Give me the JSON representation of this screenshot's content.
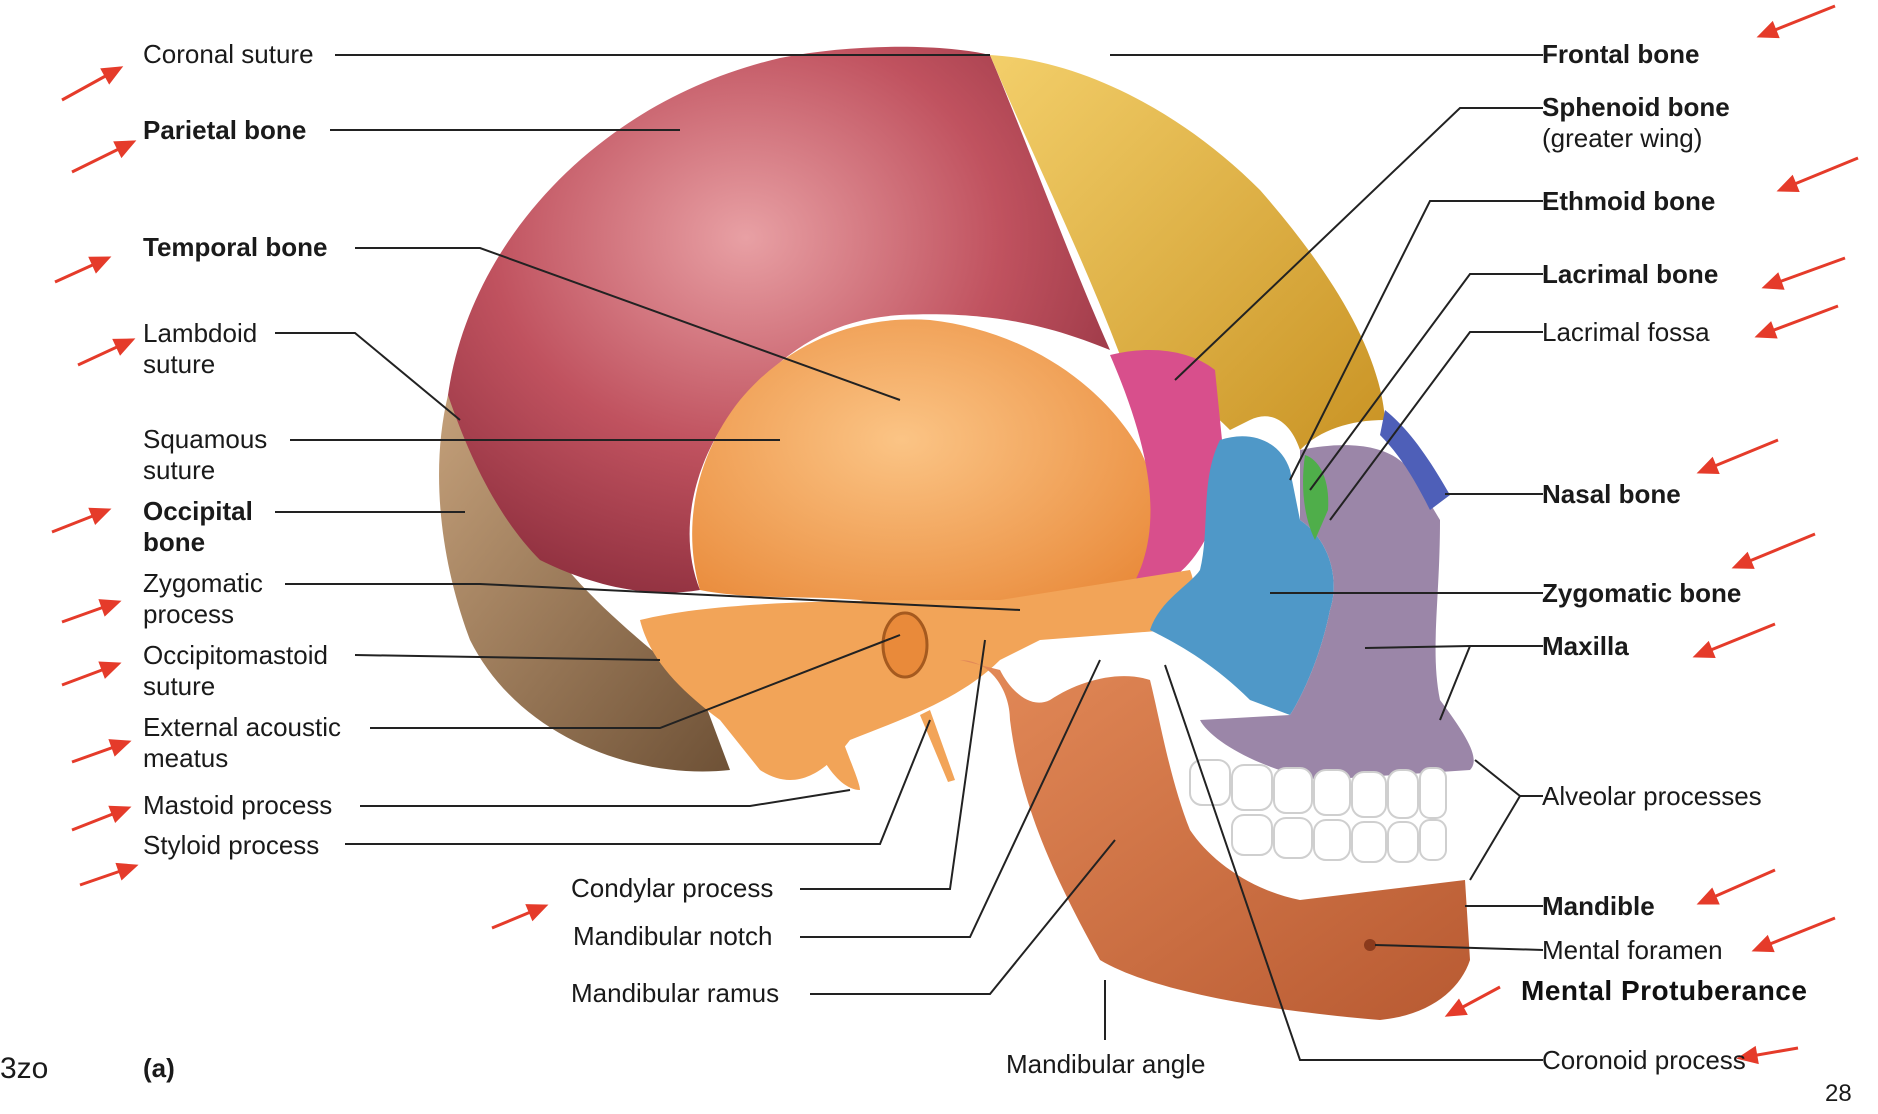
{
  "figure_letter": "(a)",
  "page_number": "28",
  "corner_text": "3zo",
  "extra_label": "Mental Protuberance",
  "labels_left": [
    {
      "id": "coronal-suture",
      "text": "Coronal suture",
      "line2": ""
    },
    {
      "id": "parietal-bone",
      "text": "Parietal bone",
      "line2": ""
    },
    {
      "id": "temporal-bone",
      "text": "Temporal bone",
      "line2": ""
    },
    {
      "id": "lambdoid-suture",
      "text": "Lambdoid",
      "line2": "suture"
    },
    {
      "id": "squamous-suture",
      "text": "Squamous",
      "line2": "suture"
    },
    {
      "id": "occipital-bone",
      "text": "Occipital",
      "line2": "bone"
    },
    {
      "id": "zygomatic-process",
      "text": "Zygomatic",
      "line2": "process"
    },
    {
      "id": "occipitomastoid-suture",
      "text": "Occipitomastoid",
      "line2": "suture"
    },
    {
      "id": "external-acoustic-meatus",
      "text": "External acoustic",
      "line2": "meatus"
    },
    {
      "id": "mastoid-process",
      "text": "Mastoid process",
      "line2": ""
    },
    {
      "id": "styloid-process",
      "text": "Styloid process",
      "line2": ""
    }
  ],
  "labels_bottom": [
    {
      "id": "condylar-process",
      "text": "Condylar process"
    },
    {
      "id": "mandibular-notch",
      "text": "Mandibular notch"
    },
    {
      "id": "mandibular-ramus",
      "text": "Mandibular ramus"
    },
    {
      "id": "mandibular-angle",
      "text": "Mandibular angle"
    }
  ],
  "labels_right": [
    {
      "id": "frontal-bone",
      "text": "Frontal bone",
      "line2": ""
    },
    {
      "id": "sphenoid-bone",
      "text": "Sphenoid bone",
      "line2": "(greater wing)"
    },
    {
      "id": "ethmoid-bone",
      "text": "Ethmoid bone",
      "line2": ""
    },
    {
      "id": "lacrimal-bone",
      "text": "Lacrimal bone",
      "line2": ""
    },
    {
      "id": "lacrimal-fossa",
      "text": "Lacrimal fossa",
      "line2": ""
    },
    {
      "id": "nasal-bone",
      "text": "Nasal bone",
      "line2": ""
    },
    {
      "id": "zygomatic-bone",
      "text": "Zygomatic bone",
      "line2": ""
    },
    {
      "id": "maxilla",
      "text": "Maxilla",
      "line2": ""
    },
    {
      "id": "alveolar-processes",
      "text": "Alveolar processes",
      "line2": ""
    },
    {
      "id": "mandible",
      "text": "Mandible",
      "line2": ""
    },
    {
      "id": "mental-foramen",
      "text": "Mental foramen",
      "line2": ""
    },
    {
      "id": "coronoid-process",
      "text": "Coronoid process",
      "line2": ""
    }
  ],
  "colors": {
    "parietal": "#c0525f",
    "frontal": "#e8b94a",
    "temporal": "#f2a458",
    "occipital": "#a88464",
    "sphenoid": "#d84f8c",
    "zygomatic": "#4f98c8",
    "maxilla": "#9b86a8",
    "nasal": "#4e5fb8",
    "ethmoid": "#4fae4a",
    "mandible": "#d87a4e",
    "teeth": "#ffffff",
    "arrow": "#e53b2a",
    "leader": "#222222"
  }
}
